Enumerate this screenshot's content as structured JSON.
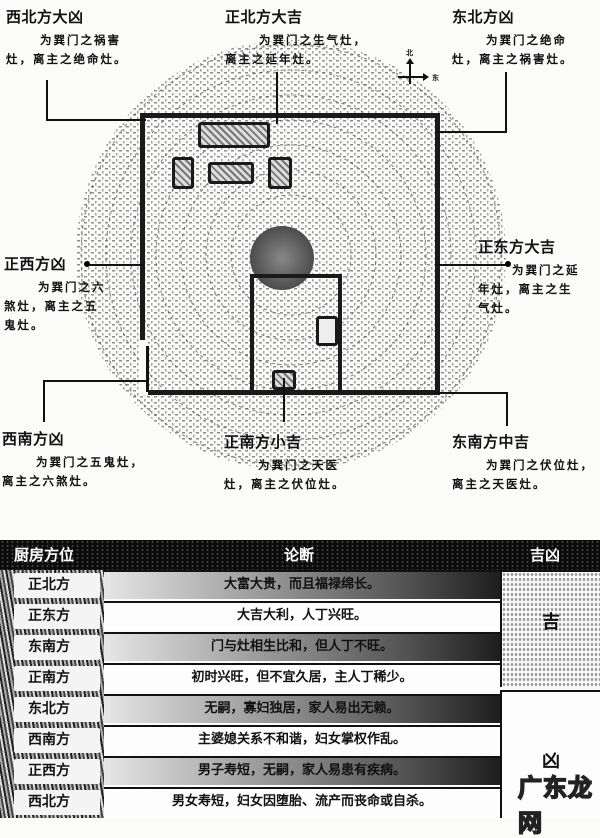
{
  "diagram": {
    "compass": {
      "north_label": "北",
      "east_label": "东"
    },
    "directions": [
      {
        "id": "northwest",
        "title": "西北方大凶",
        "desc_line1": "为巽门之祸害",
        "desc_line2": "灶，离主之绝命灶。"
      },
      {
        "id": "north",
        "title": "正北方大吉",
        "desc_line1": "为巽门之生气灶，",
        "desc_line2": "离主之延年灶。"
      },
      {
        "id": "northeast",
        "title": "东北方凶",
        "desc_line1": "为巽门之绝命",
        "desc_line2": "灶，离主之祸害灶。"
      },
      {
        "id": "west",
        "title": "正西方凶",
        "desc_line1": "为巽门之六",
        "desc_line2": "煞灶，离主之五",
        "desc_line3": "鬼灶。"
      },
      {
        "id": "east",
        "title": "正东方大吉",
        "desc_line1": "为巽门之延",
        "desc_line2": "年灶，离主之生",
        "desc_line3": "气灶。"
      },
      {
        "id": "southwest",
        "title": "西南方凶",
        "desc_line1": "为巽门之五鬼灶，",
        "desc_line2": "离主之六煞灶。"
      },
      {
        "id": "south",
        "title": "正南方小吉",
        "desc_line1": "为巽门之天医",
        "desc_line2": "灶，离主之伏位灶。"
      },
      {
        "id": "southeast",
        "title": "东南方中吉",
        "desc_line1": "为巽门之伏位灶，",
        "desc_line2": "离主之天医灶。"
      }
    ]
  },
  "table": {
    "headers": {
      "direction": "厨房方位",
      "judgment": "论断",
      "fortune": "吉凶"
    },
    "rows": [
      {
        "direction": "正北方",
        "judgment": "大富大贵，而且福禄绵长。"
      },
      {
        "direction": "正东方",
        "judgment": "大吉大利，人丁兴旺。"
      },
      {
        "direction": "东南方",
        "judgment": "门与灶相生比和，但人丁不旺。"
      },
      {
        "direction": "正南方",
        "judgment": "初时兴旺，但不宜久居，主人丁稀少。"
      },
      {
        "direction": "东北方",
        "judgment": "无嗣，寡妇独居，家人易出无赖。"
      },
      {
        "direction": "西南方",
        "judgment": "主婆媳关系不和谐，妇女掌权作乱。"
      },
      {
        "direction": "正西方",
        "judgment": "男子寿短，无嗣，家人易患有疾病。"
      },
      {
        "direction": "西北方",
        "judgment": "男女寿短，妇女因堕胎、流产而丧命或自杀。"
      }
    ],
    "verdicts": {
      "good": "吉",
      "bad": "凶"
    }
  },
  "watermark": "广东龙网"
}
